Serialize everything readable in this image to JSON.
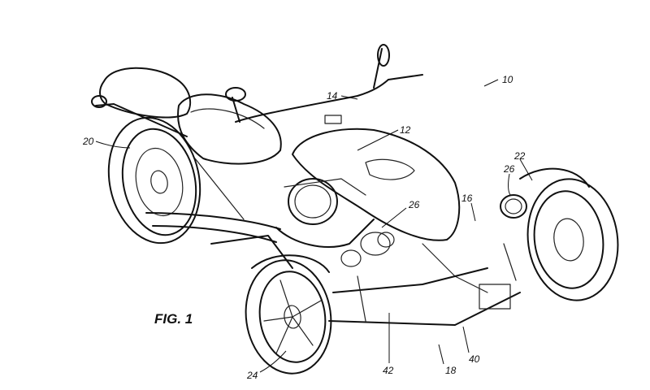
{
  "figure": {
    "title": "FIG. 1"
  },
  "refs": {
    "r10": "10",
    "r14": "14",
    "r12": "12",
    "r20": "20",
    "r22": "22",
    "r26a": "26",
    "r26b": "26",
    "r16": "16",
    "r24": "24",
    "r42": "42",
    "r18": "18",
    "r40": "40"
  }
}
